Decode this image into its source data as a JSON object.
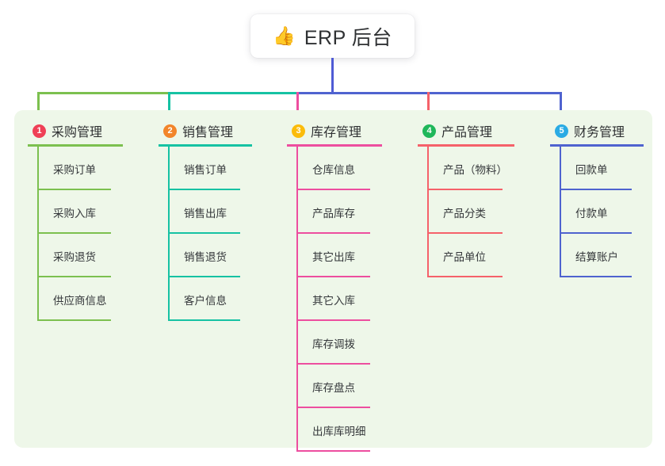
{
  "root": {
    "icon": "thumbs-up-icon",
    "emoji": "👍",
    "title": "ERP 后台"
  },
  "palette": {
    "panel_bg": "#eef7e9",
    "page_bg": "#ffffff",
    "stem": "#4f5bd5",
    "text": "#2f3133"
  },
  "connectors": {
    "segments": [
      {
        "name": "green-segment",
        "color": "#7cc04f"
      },
      {
        "name": "teal-segment",
        "color": "#16c2a3"
      },
      {
        "name": "blue-segment",
        "color": "#4f63cf"
      }
    ]
  },
  "columns": [
    {
      "number": "1",
      "title": "采购管理",
      "badge_color": "#ef4056",
      "line_color": "#7cc04f",
      "drop_color": "#7cc04f",
      "items": [
        "采购订单",
        "采购入库",
        "采购退货",
        "供应商信息"
      ]
    },
    {
      "number": "2",
      "title": "销售管理",
      "badge_color": "#f2852a",
      "line_color": "#16c2a3",
      "drop_color": "#16c2a3",
      "items": [
        "销售订单",
        "销售出库",
        "销售退货",
        "客户信息"
      ]
    },
    {
      "number": "3",
      "title": "库存管理",
      "badge_color": "#fbbc0b",
      "line_color": "#ed4e9f",
      "drop_color": "#ed4e9f",
      "items": [
        "仓库信息",
        "产品库存",
        "其它出库",
        "其它入库",
        "库存调拨",
        "库存盘点",
        "出库库明细"
      ]
    },
    {
      "number": "4",
      "title": "产品管理",
      "badge_color": "#1fb75a",
      "line_color": "#f5616a",
      "drop_color": "#f5616a",
      "items": [
        "产品（物料）",
        "产品分类",
        "产品单位"
      ]
    },
    {
      "number": "5",
      "title": "财务管理",
      "badge_color": "#2aabe4",
      "line_color": "#4f63cf",
      "drop_color": "#4f63cf",
      "items": [
        "回款单",
        "付款单",
        "结算账户"
      ]
    }
  ]
}
